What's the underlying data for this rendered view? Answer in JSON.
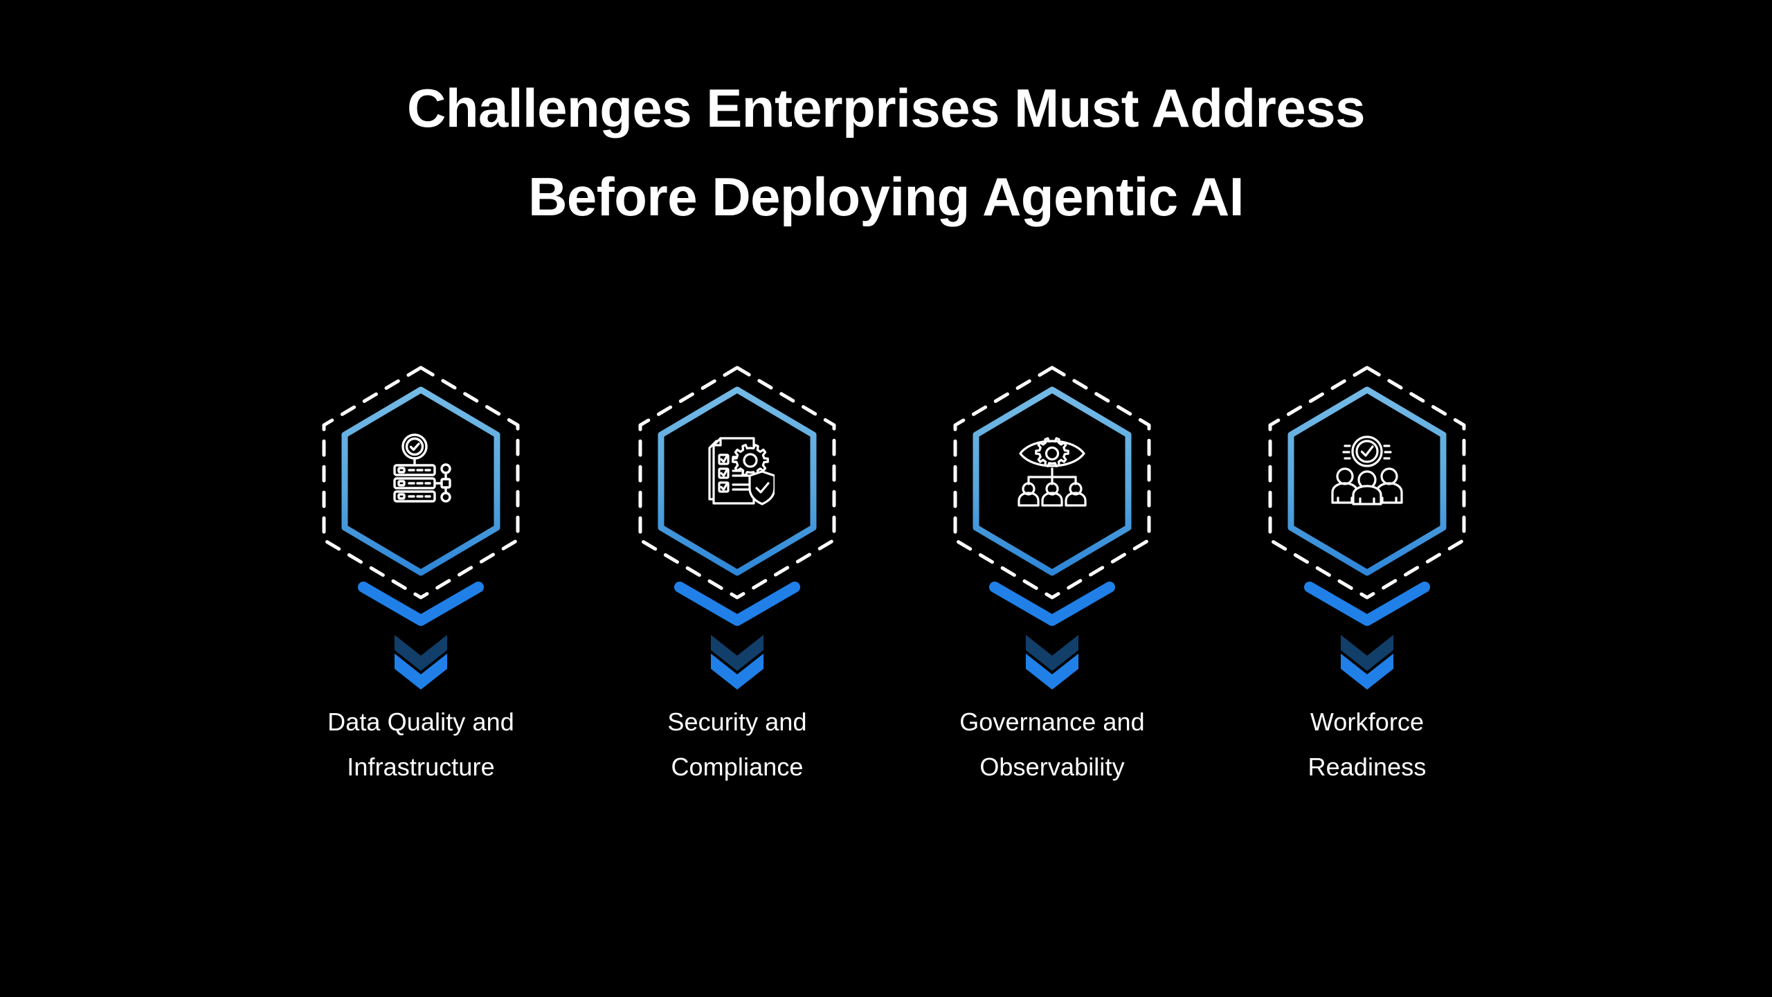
{
  "slide": {
    "background_color": "#000000",
    "title": {
      "lines": [
        "Challenges Enterprises Must Address",
        "Before Deploying Agentic AI"
      ],
      "full_text": "Challenges Enterprises Must Address Before Deploying Agentic AI",
      "color": "#ffffff"
    },
    "palette": {
      "background": "#000000",
      "hex_border_top": "#6FB6E4",
      "hex_border_bottom": "#2E86D8",
      "dashed_outline": "#ffffff",
      "chevron_bright": "#2080E8",
      "chevron_dark": "#123F69",
      "icon_stroke": "#ffffff",
      "label_text": "#ffffff"
    },
    "cards": [
      {
        "index": 1,
        "icon": "database-check-network-icon",
        "label_lines": [
          "Data Quality and",
          "Infrastructure"
        ],
        "label": "Data Quality and Infrastructure"
      },
      {
        "index": 2,
        "icon": "checklist-gear-shield-icon",
        "label_lines": [
          "Security and",
          "Compliance"
        ],
        "label": "Security and Compliance"
      },
      {
        "index": 3,
        "icon": "eye-gear-org-chart-icon",
        "label_lines": [
          "Governance and",
          "Observability"
        ],
        "label": "Governance and Observability"
      },
      {
        "index": 4,
        "icon": "people-check-badge-icon",
        "label_lines": [
          "Workforce",
          "Readiness"
        ],
        "label": "Workforce Readiness"
      }
    ]
  }
}
